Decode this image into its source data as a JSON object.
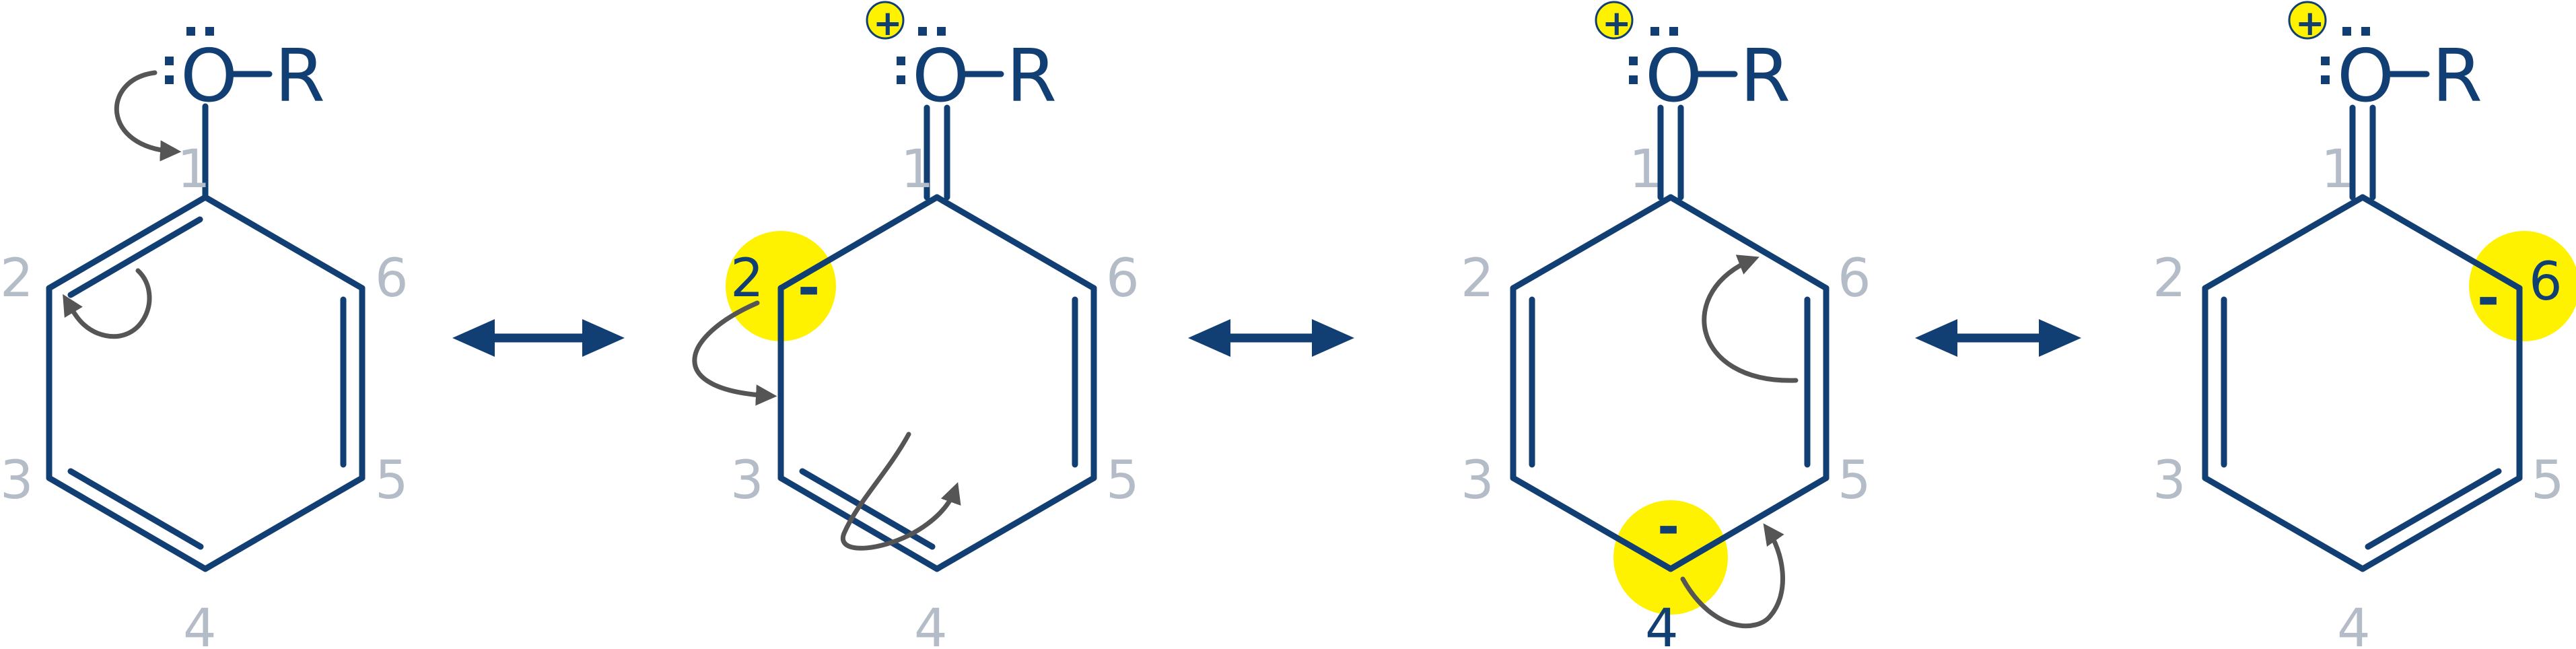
{
  "structures": [
    {
      "id": "s1",
      "oxygen": "O",
      "dash": "–",
      "r_group": "R",
      "positions": [
        "1",
        "2",
        "3",
        "4",
        "5",
        "6"
      ],
      "oxygen_charge": "",
      "anion_charge": "",
      "anion_position": ""
    },
    {
      "id": "s2",
      "oxygen": "O",
      "dash": "–",
      "r_group": "R",
      "positions": [
        "1",
        "2",
        "3",
        "4",
        "5",
        "6"
      ],
      "oxygen_charge": "+",
      "anion_charge": "-",
      "anion_position": "2"
    },
    {
      "id": "s3",
      "oxygen": "O",
      "dash": "–",
      "r_group": "R",
      "positions": [
        "1",
        "2",
        "3",
        "4",
        "5",
        "6"
      ],
      "oxygen_charge": "+",
      "anion_charge": "-",
      "anion_position": "4"
    },
    {
      "id": "s4",
      "oxygen": "O",
      "dash": "–",
      "r_group": "R",
      "positions": [
        "1",
        "2",
        "3",
        "4",
        "5",
        "6"
      ],
      "oxygen_charge": "+",
      "anion_charge": "-",
      "anion_position": "6"
    }
  ],
  "colors": {
    "bond": "#123f73",
    "position_label": "#b4bcc7",
    "highlight": "#fff200",
    "curved_arrow": "#555555"
  },
  "icons": [
    "resonance-arrow-icon",
    "curved-arrow-icon",
    "lone-pair-icon"
  ]
}
